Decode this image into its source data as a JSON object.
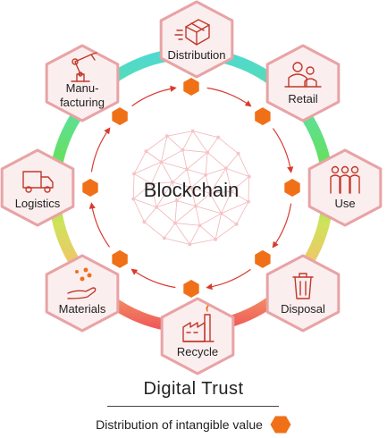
{
  "center_label": "Blockchain",
  "nodes": [
    {
      "label": "Distribution",
      "icon": "package-icon"
    },
    {
      "label": "Retail",
      "icon": "shop-people-icon"
    },
    {
      "label": "Use",
      "icon": "people-icon"
    },
    {
      "label": "Disposal",
      "icon": "trash-can-icon"
    },
    {
      "label": "Recycle",
      "icon": "factory-icon"
    },
    {
      "label": "Materials",
      "icon": "hand-materials-icon"
    },
    {
      "label": "Logistics",
      "icon": "truck-icon"
    },
    {
      "label": "Manu-\nfacturing",
      "icon": "robot-arm-icon"
    }
  ],
  "footer": {
    "title": "Digital Trust",
    "legend_label": "Distribution of intangible value"
  },
  "colors": {
    "hex_fill": "#fbeeee",
    "hex_stroke": "#e8a3a5",
    "icon_stroke": "#c0392b",
    "arrow": "#d93a2e",
    "value_hex": "#f07018",
    "network": "#f2b5b9",
    "ring_gradient": [
      "#4fd9d2",
      "#54dd6a",
      "#7fe042",
      "#e8e25a",
      "#f6a070",
      "#f05a5a"
    ]
  }
}
